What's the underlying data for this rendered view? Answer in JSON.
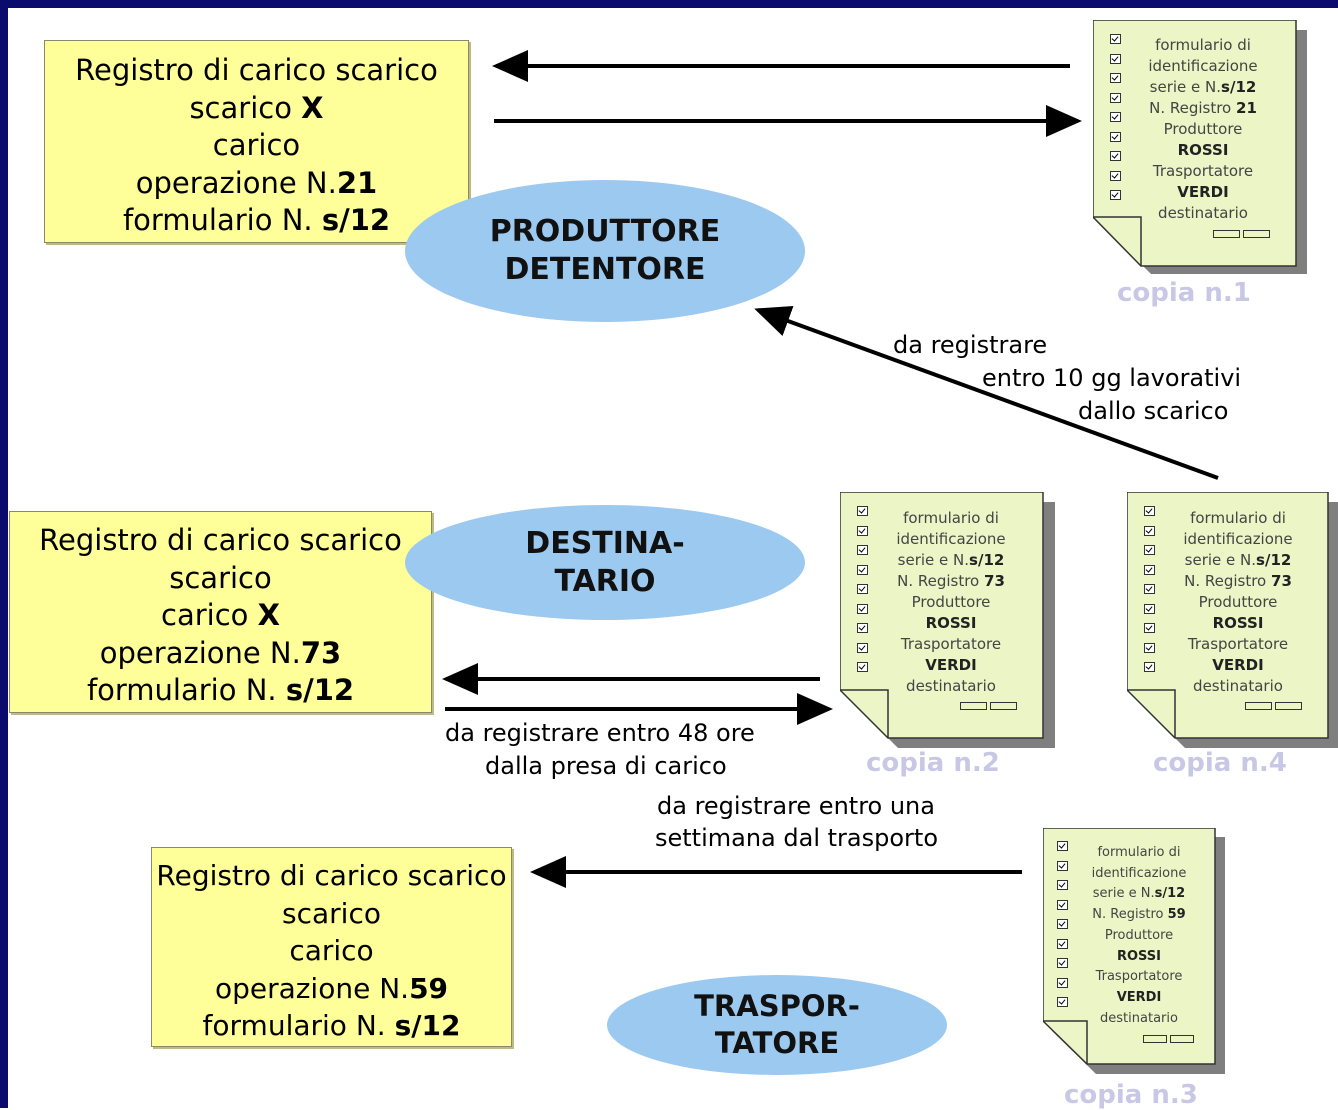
{
  "produttore": {
    "actor": [
      "PRODUTTORE",
      "DETENTORE"
    ],
    "register": {
      "title": "Registro di carico scarico",
      "scarico": "scarico",
      "scarico_mark": "X",
      "carico": "carico",
      "carico_mark": "",
      "operazione_label": "operazione N.",
      "operazione_num": "21",
      "formulario_label": "formulario N.",
      "formulario_num": "s/12"
    },
    "form": {
      "lines": [
        "formulario di",
        "identificazione",
        "serie e N."
      ],
      "serie": "s/12",
      "registro_label": "N. Registro",
      "registro_num": "21",
      "produttore_label": "Produttore",
      "produttore": "ROSSI",
      "trasportatore_label": "Trasportatore",
      "trasportatore": "VERDI",
      "destinatario_label": "destinatario",
      "copia": "copia n.1"
    }
  },
  "destinatario": {
    "actor": [
      "DESTINA-",
      "TARIO"
    ],
    "register": {
      "title": "Registro di carico scarico",
      "scarico": "scarico",
      "scarico_mark": "",
      "carico": "carico",
      "carico_mark": "X",
      "operazione_label": "operazione N.",
      "operazione_num": "73",
      "formulario_label": "formulario N.",
      "formulario_num": "s/12"
    },
    "form_2": {
      "lines": [
        "formulario di",
        "identificazione",
        "serie e N."
      ],
      "serie": "s/12",
      "registro_label": "N. Registro",
      "registro_num": "73",
      "produttore_label": "Produttore",
      "produttore": "ROSSI",
      "trasportatore_label": "Trasportatore",
      "trasportatore": "VERDI",
      "destinatario_label": "destinatario",
      "copia": "copia n.2"
    },
    "form_4": {
      "lines": [
        "formulario di",
        "identificazione",
        "serie e N."
      ],
      "serie": "s/12",
      "registro_label": "N. Registro",
      "registro_num": "73",
      "produttore_label": "Produttore",
      "produttore": "ROSSI",
      "trasportatore_label": "Trasportatore",
      "trasportatore": "VERDI",
      "destinatario_label": "destinatario",
      "copia": "copia n.4"
    },
    "note": [
      "da registrare entro 48 ore",
      "dalla presa di carico"
    ]
  },
  "trasportatore": {
    "actor": [
      "TRASPOR-",
      "TATORE"
    ],
    "register": {
      "title": "Registro di carico scarico",
      "scarico": "scarico",
      "scarico_mark": "",
      "carico": "carico",
      "carico_mark": "",
      "operazione_label": "operazione N.",
      "operazione_num": "59",
      "formulario_label": "formulario N.",
      "formulario_num": "s/12"
    },
    "form": {
      "lines": [
        "formulario di",
        "identificazione",
        "serie e N."
      ],
      "serie": "s/12",
      "registro_label": "N. Registro",
      "registro_num": "59",
      "produttore_label": "Produttore",
      "produttore": "ROSSI",
      "trasportatore_label": "Trasportatore",
      "trasportatore": "VERDI",
      "destinatario_label": "destinatario",
      "copia": "copia n.3"
    },
    "note": [
      "da registrare entro una",
      "settimana dal trasporto"
    ]
  },
  "return_note": [
    "da registrare",
    "entro 10 gg lavorativi",
    "dallo scarico"
  ]
}
